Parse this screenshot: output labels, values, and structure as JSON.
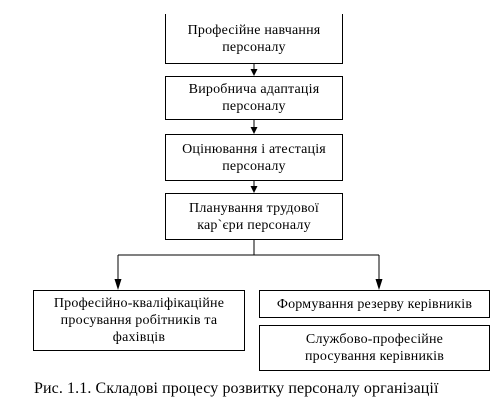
{
  "diagram": {
    "boxes": {
      "training": "Професійне навчання\nперсоналу",
      "adaptation": "Виробнича адаптація\nперсоналу",
      "assessment": "Оцінювання і атестація\nперсоналу",
      "career": "Планування трудової\nкар`єри персоналу",
      "workers": "Професійно-кваліфікаційне\nпросування робітників та\nфахівців",
      "reserve": "Формування резерву керівників",
      "managers": "Службово-професійне\nпросування керівників"
    },
    "caption": "Рис. 1.1. Складові процесу розвитку персоналу організації"
  }
}
